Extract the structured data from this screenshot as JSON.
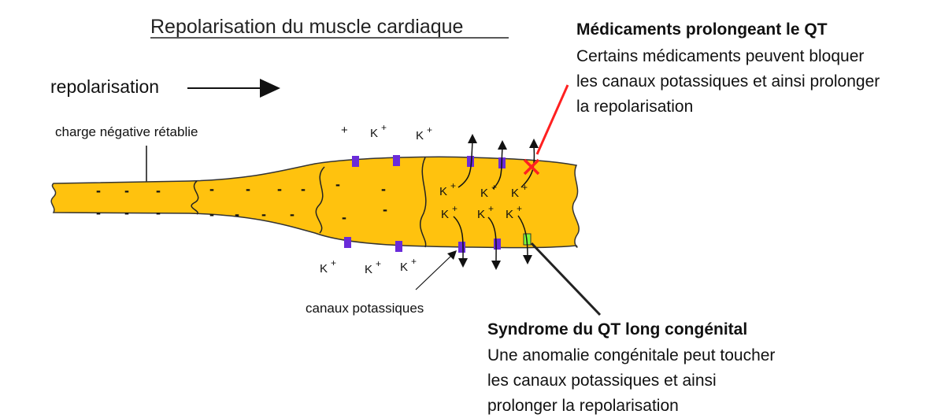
{
  "diagram": {
    "title": "Repolarisation du muscle cardiaque",
    "direction_label": "repolarisation",
    "negative_charge_label": "charge négative rétablie",
    "channels_label": "canaux potassiques",
    "ion_label": "K",
    "ion_superscript": "+",
    "membrane_dash": "-"
  },
  "drug_box": {
    "heading": "Médicaments prolongeant le QT",
    "lines": [
      "Certains médicaments peuvent bloquer",
      "les canaux potassiques et ainsi prolonger",
      "la repolarisation"
    ]
  },
  "congenital_box": {
    "heading": "Syndrome du QT long congénital",
    "lines": [
      "Une anomalie congénitale peut toucher",
      "les canaux potassiques et ainsi",
      "prolonger la repolarisation"
    ]
  },
  "colors": {
    "cell_fill": "#ffc20e",
    "cell_outline": "#333333",
    "channel": "#6a2bd9",
    "defective_channel": "#7fff3a",
    "block_mark": "#ff2020"
  }
}
